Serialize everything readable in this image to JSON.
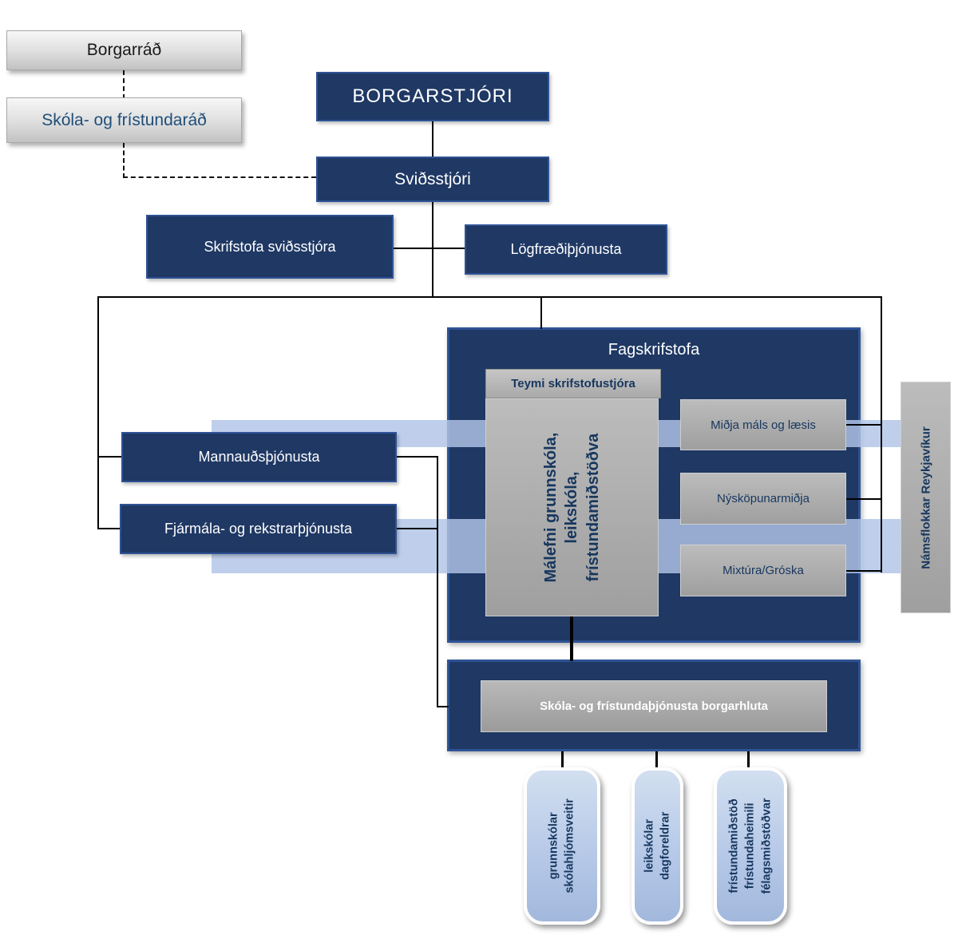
{
  "chart": {
    "top": {
      "borgarrad": "Borgarráð",
      "skola_fristundarad": "Skóla- og frístundaráð",
      "borgarstjori": "BORGARSTJÓRI",
      "svidsstjori": "Sviðsstjóri",
      "skrifstofa_svidsstjora": "Skrifstofa sviðsstjóra",
      "logfraedithjonusta": "Lögfræðiþjónusta"
    },
    "left": {
      "mannaudsthjonusta": "Mannauðsþjónusta",
      "fjarmala_rekstrarthjonusta": "Fjármála- og rekstrarþjónusta"
    },
    "fagskrifstofa": {
      "title": "Fagskrifstofa",
      "teymi": "Teymi skrifstofustjóra",
      "malefni": "Málefni grunnskóla,\nleikskóla,\nfrístundamiðstöðva",
      "midja_mals": "Miðja máls og læsis",
      "nyskopunarmidja": "Nýsköpunarmiðja",
      "mixtura_groska": "Mixtúra/Gróska"
    },
    "namsflokkar": "Námsflokkar Reykjavíkur",
    "borgarhluta": "Skóla- og frístundaþjónusta borgarhluta",
    "bottom": {
      "grunnskolar": "grunnskólar\nskólahljómsveitir",
      "leikskolar": "leikskólar\ndagforeldrar",
      "fristundamidstod": "frístundamiðstöð\nfrístundaheimili\nfélagsmiðstöðvar"
    }
  },
  "colors": {
    "navy": "#1f3864",
    "navy_border": "#2e5395",
    "text_navy": "#17375e",
    "band": "#b1c5e7",
    "accent_blue_text": "#1f4e79"
  }
}
